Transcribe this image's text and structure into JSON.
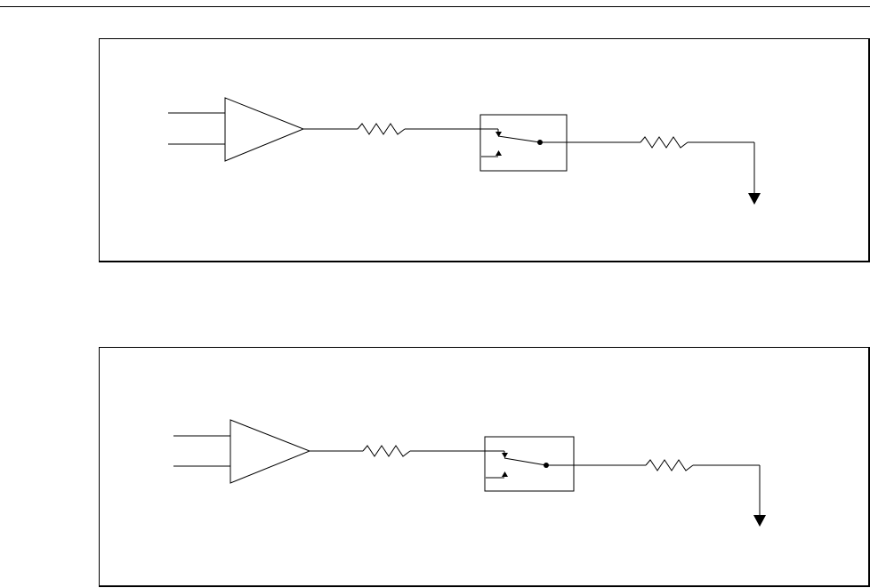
{
  "diagram": {
    "line_color": "#000000",
    "background_color": "#ffffff",
    "panels": [
      {
        "name": "circuit-panel-1",
        "components": [
          "op-amp",
          "resistor",
          "relay-switch",
          "resistor",
          "output-arrow"
        ]
      },
      {
        "name": "circuit-panel-2",
        "components": [
          "op-amp",
          "resistor",
          "relay-switch",
          "resistor",
          "output-arrow"
        ]
      }
    ]
  }
}
